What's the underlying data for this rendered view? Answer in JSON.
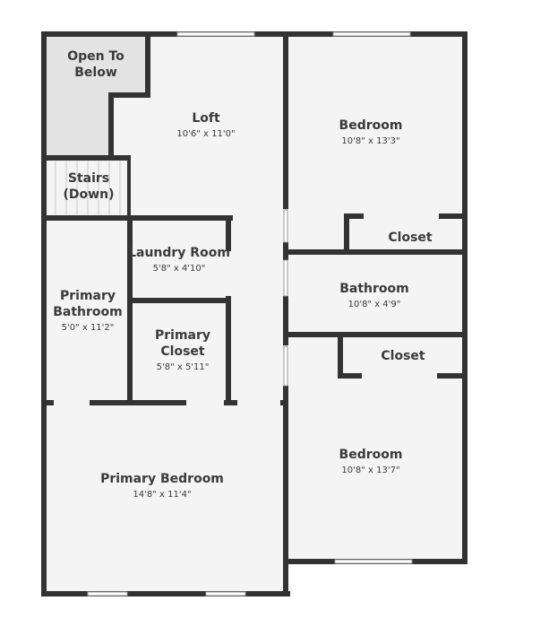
{
  "rooms": {
    "open_to_below": {
      "name_lines": [
        "Open To",
        "Below"
      ]
    },
    "stairs": {
      "name_lines": [
        "Stairs",
        "(Down)"
      ]
    },
    "loft": {
      "name": "Loft",
      "dims": "10'6\" x 11'0\""
    },
    "bedroom_upper": {
      "name": "Bedroom",
      "dims": "10'8\" x 13'3\""
    },
    "closet_upper": {
      "name": "Closet"
    },
    "laundry_room": {
      "name": "Laundry Room",
      "dims": "5'8\" x 4'10\""
    },
    "bathroom": {
      "name": "Bathroom",
      "dims": "10'8\" x 4'9\""
    },
    "primary_bathroom": {
      "name_lines": [
        "Primary",
        "Bathroom"
      ],
      "dims": "5'0\" x 11'2\""
    },
    "primary_closet": {
      "name_lines": [
        "Primary",
        "Closet"
      ],
      "dims": "5'8\" x 5'11\""
    },
    "closet_lower": {
      "name": "Closet"
    },
    "bedroom_lower": {
      "name": "Bedroom",
      "dims": "10'8\" x 13'7\""
    },
    "primary_bedroom": {
      "name": "Primary Bedroom",
      "dims": "14'8\" x 11'4\""
    }
  },
  "colors": {
    "wall": "#333333",
    "floor": "#f4f4f4",
    "open_to_below": "#e3e3e3",
    "text": "#3a3a3a"
  }
}
